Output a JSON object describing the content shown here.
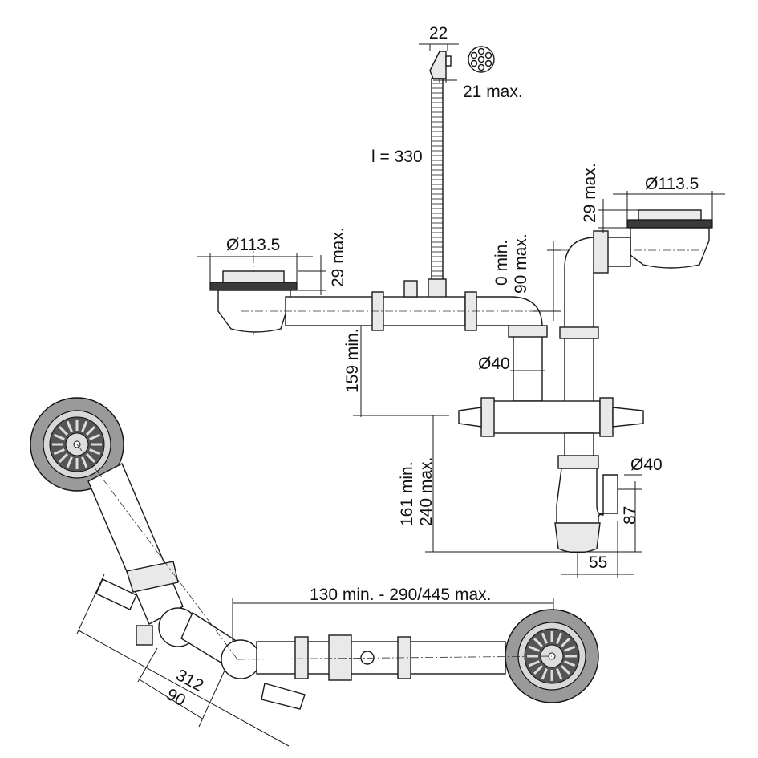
{
  "dimensions": {
    "overflow_width": "22",
    "overflow_max": "21 max.",
    "hose_length": "l = 330",
    "left_strainer_dia": "Ø113.5",
    "right_strainer_dia": "Ø113.5",
    "left_29max": "29 max.",
    "right_29max": "29 max.",
    "offset_min": "0 min.",
    "offset_max": "90 max.",
    "pipe_dia_upper": "Ø40",
    "pipe_dia_outlet": "Ø40",
    "drop_159": "159 min.",
    "height_161": "161 min.",
    "height_240": "240 max.",
    "outlet_87": "87",
    "outlet_55": "55",
    "plan_span": "130 min. - 290/445 max.",
    "plan_312": "312",
    "plan_90": "90"
  },
  "colors": {
    "line": "#1a1a1a",
    "strainer_dark": "#3a3a3a",
    "strainer_mid": "#9a9a9a",
    "pipe_fill": "#ffffff"
  }
}
